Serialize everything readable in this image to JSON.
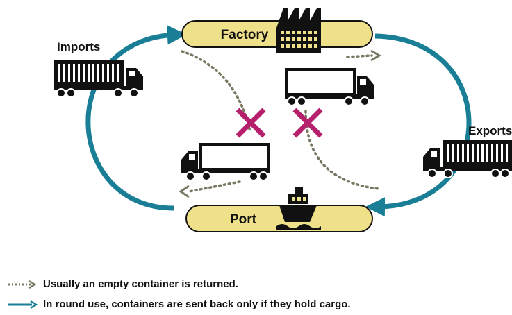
{
  "nodes": {
    "factory": "Factory",
    "port": "Port"
  },
  "labels": {
    "imports": "Imports",
    "exports": "Exports"
  },
  "legend": {
    "dotted": "Usually an empty container is returned.",
    "solid": "In round use, containers are sent back only if they hold cargo."
  },
  "colors": {
    "pill_fill": "#efe08a",
    "cycle_arrow": "#1a7f96",
    "dotted_arrow": "#7a7862",
    "cross": "#b51f6b"
  },
  "icons": [
    "factory-icon",
    "ship-icon",
    "loaded-truck-icon",
    "empty-truck-icon",
    "cross-icon"
  ]
}
